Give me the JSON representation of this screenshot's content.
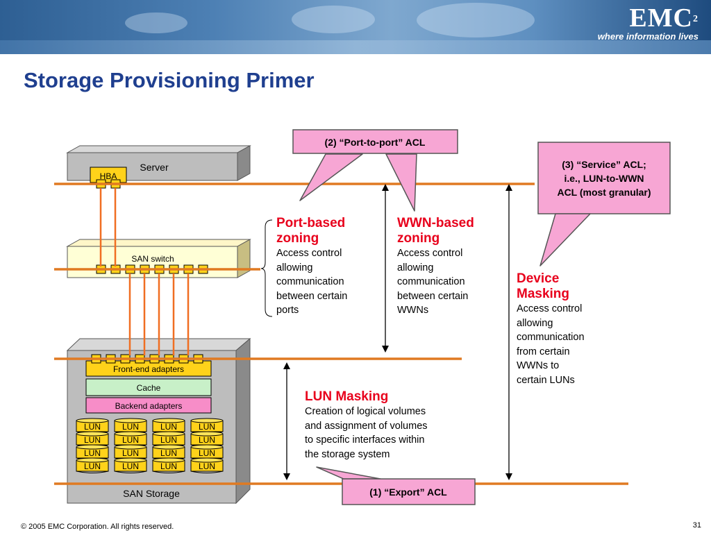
{
  "header": {
    "logo_text": "EMC",
    "logo_superscript": "2",
    "logo_tagline": "where information lives"
  },
  "title": "Storage Provisioning Primer",
  "diagram": {
    "server_label": "Server",
    "hba_label": "HBA",
    "switch_label": "SAN switch",
    "storage_label": "SAN Storage",
    "front_end_label": "Front-end adapters",
    "cache_label": "Cache",
    "backend_label": "Backend adapters",
    "lun_label": "LUN"
  },
  "port_zoning": {
    "title_line1": "Port-based",
    "title_line2": "zoning",
    "desc": [
      "Access control",
      "allowing",
      "communication",
      "between certain",
      "ports"
    ]
  },
  "wwn_zoning": {
    "title_line1": "WWN-based",
    "title_line2": "zoning",
    "desc": [
      "Access control",
      "allowing",
      "communication",
      "between certain",
      "WWNs"
    ]
  },
  "device_masking": {
    "title_line1": "Device",
    "title_line2": "Masking",
    "desc": [
      "Access control",
      "allowing",
      "communication",
      "from certain",
      "WWNs to",
      "certain LUNs"
    ]
  },
  "lun_masking": {
    "title": "LUN Masking",
    "desc": [
      "Creation of logical volumes",
      "and assignment of volumes",
      "to specific interfaces within",
      "the storage system"
    ]
  },
  "callouts": {
    "port_to_port": "(2) “Port-to-port” ACL",
    "service_line1": "(3) “Service” ACL;",
    "service_line2": "i.e., LUN-to-WWN",
    "service_line3": "ACL (most granular)",
    "export": "(1) “Export” ACL"
  },
  "footer": {
    "copyright": "© 2005 EMC Corporation. All rights reserved.",
    "page_number": "31"
  },
  "colors": {
    "title": "#1f3f8f",
    "accent_red": "#e8001c",
    "orange_line": "#e07a22",
    "callout_pink": "#f7a6d4",
    "front_end": "#ffd21a",
    "cache": "#c8f0c8",
    "backend": "#f78dc8",
    "lun": "#ffd21a"
  }
}
